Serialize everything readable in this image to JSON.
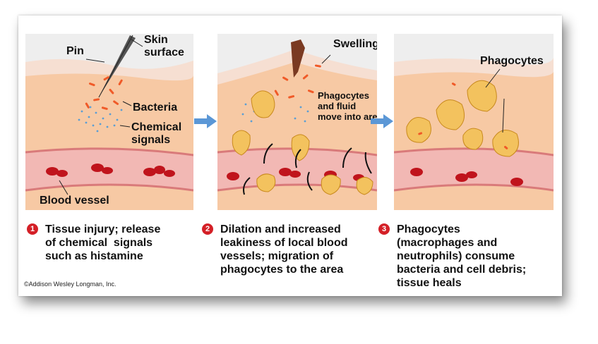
{
  "panels": [
    {
      "labels": {
        "pin": "Pin",
        "skin_surface": "Skin\nsurface",
        "bacteria": "Bacteria",
        "chemical_signals": "Chemical\nsignals",
        "blood_vessel": "Blood vessel"
      }
    },
    {
      "labels": {
        "swelling": "Swelling",
        "phagocytes_fluid": "Phagocytes\nand fluid\nmove into area"
      }
    },
    {
      "labels": {
        "phagocytes": "Phagocytes"
      }
    }
  ],
  "steps": [
    {
      "number": "1",
      "text": "Tissue injury; release\nof chemical  signals\nsuch as histamine"
    },
    {
      "number": "2",
      "text": "Dilation and increased\nleakiness of local blood\nvessels; migration of\nphagocytes to the area"
    },
    {
      "number": "3",
      "text": "Phagocytes\n(macrophages and\nneutrophils) consume\nbacteria and cell debris;\ntissue heals"
    }
  ],
  "copyright": "©Addison Wesley Longman, Inc.",
  "colors": {
    "skin_top": "#f6dfd2",
    "tissue": "#f7c9a4",
    "vessel": "#f2b8b4",
    "blood_cell": "#c0141c",
    "bacteria": "#f05a28",
    "signals": "#5a9ed4",
    "phagocyte": "#f3c25e",
    "arrow": "#5b97d6",
    "badge": "#d42027"
  }
}
